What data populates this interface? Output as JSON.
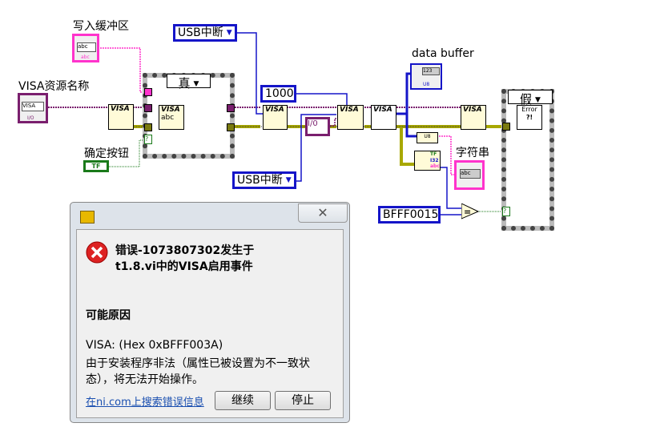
{
  "diagram": {
    "labels": {
      "write_buffer": "写入缓冲区",
      "visa_resource_name": "VISA资源名称",
      "confirm_button": "确定按钮",
      "data_buffer": "data buffer",
      "string": "字符串"
    },
    "constants": {
      "usb_interrupt_top": "USB中断",
      "usb_interrupt_bottom": "USB中断",
      "timeout": "1000",
      "hex_code": "BFFF0015",
      "io_const": "I/0"
    },
    "case_structures": {
      "left_selector": "真",
      "right_selector": "假"
    },
    "node_text": {
      "visa": "VISA",
      "abc": "abc",
      "io": "I/O",
      "u8": "U8",
      "num": "123",
      "tf": "TF",
      "i32": "I32",
      "error": "Error",
      "error2": "?!",
      "eq": "="
    },
    "colors": {
      "visa_wire": "#7a1f6e",
      "error_wire": "#b9b900",
      "string_wire": "#ff33cc",
      "numeric_wire": "#1515c8",
      "boolean_wire": "#1a7a1a"
    }
  },
  "dialog": {
    "title_icon": "labview-icon",
    "close_label": "✕",
    "error_title_line1": "错误-1073807302发生于",
    "error_title_line2": "t1.8.vi中的VISA启用事件",
    "possible_cause_heading": "可能原因",
    "detail_line1": "VISA:  (Hex 0xBFFF003A)",
    "detail_line2": "由于安装程序非法（属性已被设置为不一致状",
    "detail_line3": "态），将无法开始操作。",
    "search_link": "在ni.com上搜索错误信息",
    "continue_button": "继续",
    "stop_button": "停止"
  }
}
